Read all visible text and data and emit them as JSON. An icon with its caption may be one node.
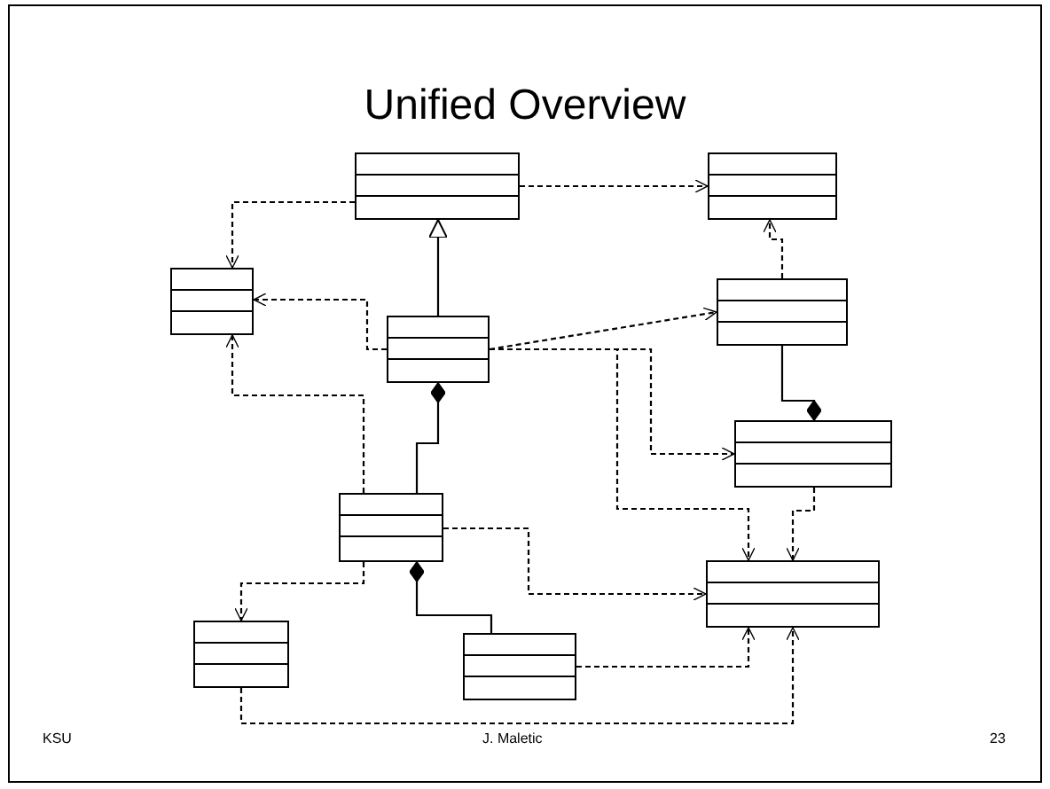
{
  "diagram": {
    "title": "Unified Overview",
    "nodes": [
      {
        "text": [],
        "shape": "box"
      },
      {
        "text": [],
        "shape": "box"
      },
      {
        "text": [],
        "shape": "box"
      },
      {
        "text": [],
        "shape": "box"
      },
      {
        "text": [],
        "shape": "box"
      },
      {
        "text": [],
        "shape": "box"
      },
      {
        "text": [],
        "shape": "box"
      },
      {
        "text": [],
        "shape": "box"
      },
      {
        "text": [],
        "shape": "box"
      },
      {
        "text": [],
        "shape": "box"
      }
    ],
    "edges": [
      {
        "from": 0,
        "to": 1,
        "arrow": "to",
        "style": "dashed"
      },
      {
        "from": 0,
        "to": 2,
        "arrow": "to",
        "style": "dashed"
      },
      {
        "from": 3,
        "to": 0,
        "arrow": "to"
      },
      {
        "from": 3,
        "to": 2,
        "arrow": "to",
        "style": "dashed"
      },
      {
        "from": 3,
        "to": 4,
        "arrow": "to",
        "style": "dashed"
      },
      {
        "from": 3,
        "to": 5,
        "arrow": "to",
        "style": "dashed"
      },
      {
        "from": 3,
        "to": 7,
        "arrow": "to",
        "style": "dashed"
      },
      {
        "from": 4,
        "to": 1,
        "arrow": "to",
        "style": "dashed"
      },
      {
        "from": 5,
        "to": 4,
        "arrow": "other"
      },
      {
        "from": 3,
        "to": 6,
        "arrow": "other"
      },
      {
        "from": 6,
        "to": 2,
        "arrow": "to",
        "style": "dashed"
      },
      {
        "from": 6,
        "to": 7,
        "arrow": "to",
        "style": "dashed"
      },
      {
        "from": 6,
        "to": 8,
        "arrow": "to",
        "style": "dashed"
      },
      {
        "from": 6,
        "to": 9,
        "arrow": "other"
      },
      {
        "from": 5,
        "to": 7,
        "arrow": "to",
        "style": "dashed"
      },
      {
        "from": 9,
        "to": 7,
        "arrow": "to",
        "style": "dashed"
      },
      {
        "from": 8,
        "to": 7,
        "arrow": "to",
        "style": "dashed"
      }
    ],
    "labels": [
      "KSU",
      "J. Maletic",
      "23"
    ]
  }
}
